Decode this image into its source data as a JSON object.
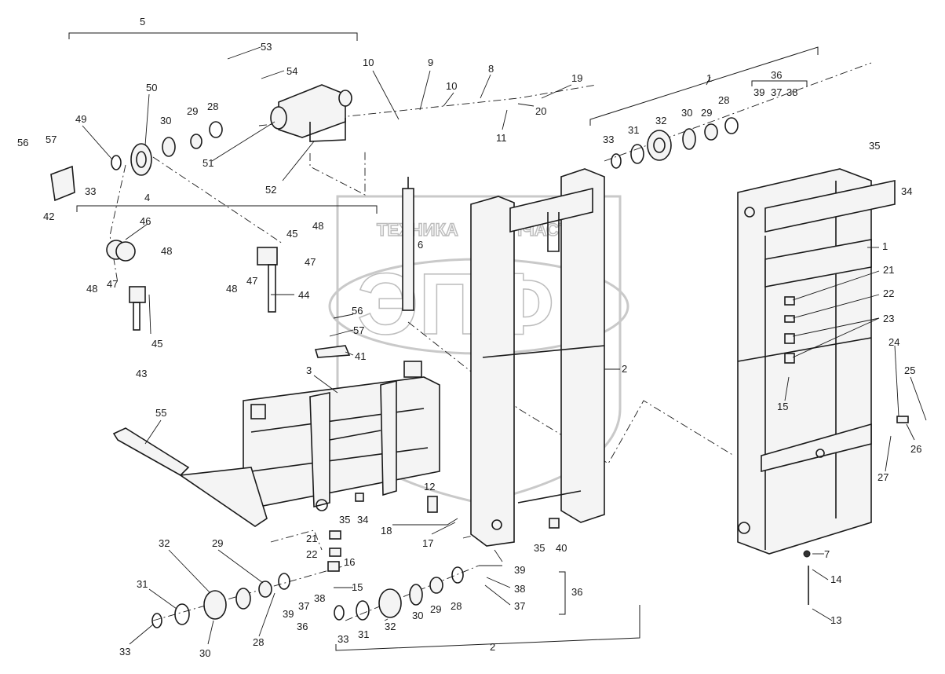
{
  "watermark": {
    "big_text": "ЭПФ",
    "left_word": "ТЕХНИКА",
    "right_word": "ЗАПЧАСТИ"
  },
  "labels": [
    {
      "id": "l5",
      "text": "5"
    },
    {
      "id": "l53",
      "text": "53"
    },
    {
      "id": "l54",
      "text": "54"
    },
    {
      "id": "l10a",
      "text": "10"
    },
    {
      "id": "l9",
      "text": "9"
    },
    {
      "id": "l10b",
      "text": "10"
    },
    {
      "id": "l8",
      "text": "8"
    },
    {
      "id": "l19",
      "text": "19"
    },
    {
      "id": "l20",
      "text": "20"
    },
    {
      "id": "l11",
      "text": "11"
    },
    {
      "id": "l1a",
      "text": "1"
    },
    {
      "id": "l36a",
      "text": "36"
    },
    {
      "id": "l39a",
      "text": "39"
    },
    {
      "id": "l37a",
      "text": "37"
    },
    {
      "id": "l38a",
      "text": "38"
    },
    {
      "id": "l28a",
      "text": "28"
    },
    {
      "id": "l29a",
      "text": "29"
    },
    {
      "id": "l30a",
      "text": "30"
    },
    {
      "id": "l32a",
      "text": "32"
    },
    {
      "id": "l31a",
      "text": "31"
    },
    {
      "id": "l33a",
      "text": "33"
    },
    {
      "id": "l35a",
      "text": "35"
    },
    {
      "id": "l34a",
      "text": "34"
    },
    {
      "id": "l50",
      "text": "50"
    },
    {
      "id": "l49",
      "text": "49"
    },
    {
      "id": "l56a",
      "text": "56"
    },
    {
      "id": "l57a",
      "text": "57"
    },
    {
      "id": "l30b",
      "text": "30"
    },
    {
      "id": "l29b",
      "text": "29"
    },
    {
      "id": "l28b",
      "text": "28"
    },
    {
      "id": "l51",
      "text": "51"
    },
    {
      "id": "l52",
      "text": "52"
    },
    {
      "id": "l33b",
      "text": "33"
    },
    {
      "id": "l42",
      "text": "42"
    },
    {
      "id": "l4",
      "text": "4"
    },
    {
      "id": "l46",
      "text": "46"
    },
    {
      "id": "l45a",
      "text": "45"
    },
    {
      "id": "l48a",
      "text": "48"
    },
    {
      "id": "l47a",
      "text": "47"
    },
    {
      "id": "l48b",
      "text": "48"
    },
    {
      "id": "l6",
      "text": "6"
    },
    {
      "id": "l48c",
      "text": "48"
    },
    {
      "id": "l47b",
      "text": "47"
    },
    {
      "id": "l48d",
      "text": "48"
    },
    {
      "id": "l47c",
      "text": "47"
    },
    {
      "id": "l44",
      "text": "44"
    },
    {
      "id": "l45b",
      "text": "45"
    },
    {
      "id": "l43",
      "text": "43"
    },
    {
      "id": "l56b",
      "text": "56"
    },
    {
      "id": "l57b",
      "text": "57"
    },
    {
      "id": "l41",
      "text": "41"
    },
    {
      "id": "l3",
      "text": "3"
    },
    {
      "id": "l55",
      "text": "55"
    },
    {
      "id": "l1b",
      "text": "1"
    },
    {
      "id": "l21a",
      "text": "21"
    },
    {
      "id": "l22a",
      "text": "22"
    },
    {
      "id": "l23",
      "text": "23"
    },
    {
      "id": "l15a",
      "text": "15"
    },
    {
      "id": "l24",
      "text": "24"
    },
    {
      "id": "l25",
      "text": "25"
    },
    {
      "id": "l26",
      "text": "26"
    },
    {
      "id": "l27",
      "text": "27"
    },
    {
      "id": "l2a",
      "text": "2"
    },
    {
      "id": "l12",
      "text": "12"
    },
    {
      "id": "l18",
      "text": "18"
    },
    {
      "id": "l17",
      "text": "17"
    },
    {
      "id": "l35b",
      "text": "35"
    },
    {
      "id": "l34b",
      "text": "34"
    },
    {
      "id": "l35c",
      "text": "35"
    },
    {
      "id": "l40",
      "text": "40"
    },
    {
      "id": "l21b",
      "text": "21"
    },
    {
      "id": "l22b",
      "text": "22"
    },
    {
      "id": "l16",
      "text": "16"
    },
    {
      "id": "l15b",
      "text": "15"
    },
    {
      "id": "l39b",
      "text": "39"
    },
    {
      "id": "l38b",
      "text": "38"
    },
    {
      "id": "l37b",
      "text": "37"
    },
    {
      "id": "l36b",
      "text": "36"
    },
    {
      "id": "l7",
      "text": "7"
    },
    {
      "id": "l14",
      "text": "14"
    },
    {
      "id": "l13",
      "text": "13"
    },
    {
      "id": "l32b",
      "text": "32"
    },
    {
      "id": "l29c",
      "text": "29"
    },
    {
      "id": "l31b",
      "text": "31"
    },
    {
      "id": "l33c",
      "text": "33"
    },
    {
      "id": "l30c",
      "text": "30"
    },
    {
      "id": "l28c",
      "text": "28"
    },
    {
      "id": "l37c",
      "text": "37"
    },
    {
      "id": "l38c",
      "text": "38"
    },
    {
      "id": "l39c",
      "text": "39"
    },
    {
      "id": "l36c",
      "text": "36"
    },
    {
      "id": "l33d",
      "text": "33"
    },
    {
      "id": "l31c",
      "text": "31"
    },
    {
      "id": "l32c",
      "text": "32"
    },
    {
      "id": "l30d",
      "text": "30"
    },
    {
      "id": "l29d",
      "text": "29"
    },
    {
      "id": "l28d",
      "text": "28"
    },
    {
      "id": "l2b",
      "text": "2"
    }
  ]
}
